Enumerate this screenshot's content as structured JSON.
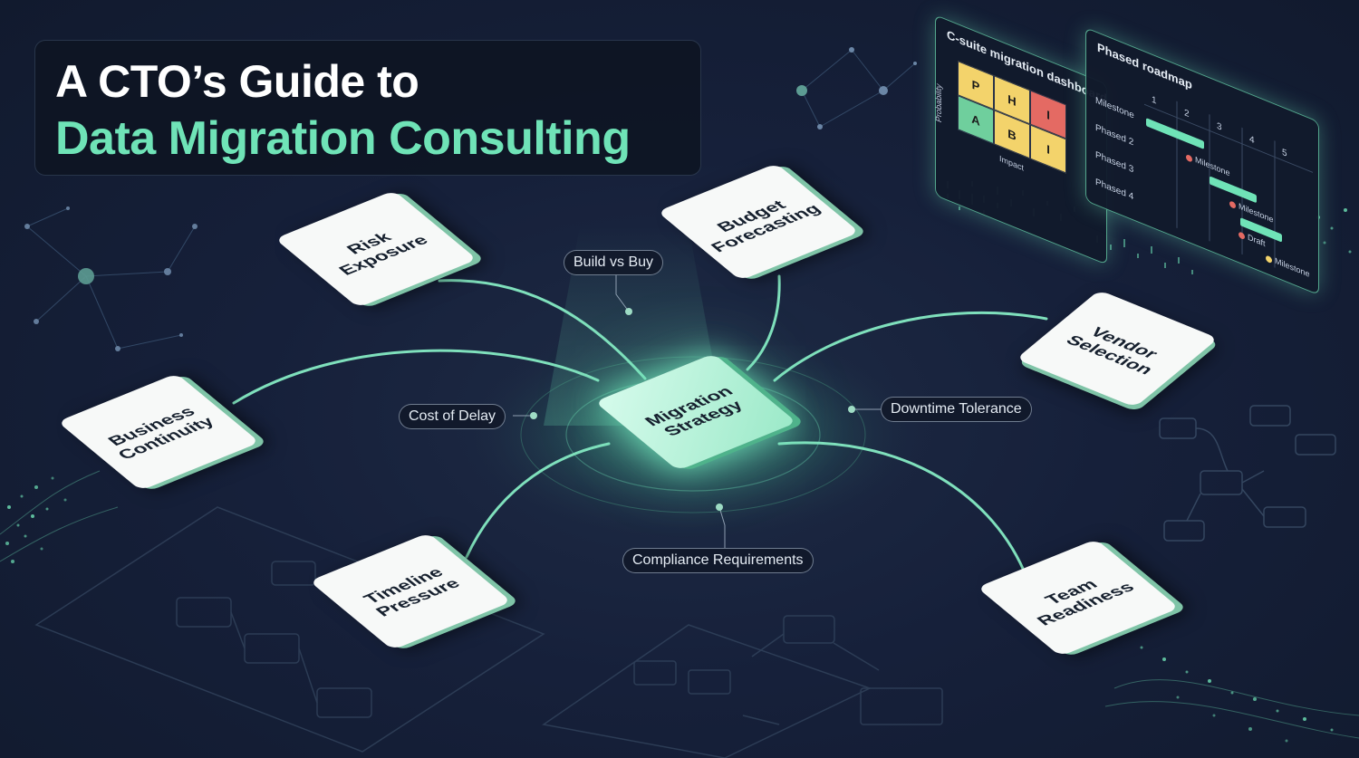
{
  "title": {
    "line1": "A CTO’s Guide to",
    "line2": "Data Migration Consulting"
  },
  "center": {
    "label": "Migration Strategy"
  },
  "tiles": [
    {
      "id": "risk",
      "label": "Risk Exposure"
    },
    {
      "id": "budget",
      "label": "Budget Forecasting"
    },
    {
      "id": "business",
      "label": "Business Continuity"
    },
    {
      "id": "vendor",
      "label": "Vendor Selection"
    },
    {
      "id": "timeline",
      "label": "Timeline Pressure"
    },
    {
      "id": "team",
      "label": "Team Readiness"
    }
  ],
  "pills": [
    {
      "id": "build",
      "label": "Build vs Buy"
    },
    {
      "id": "delay",
      "label": "Cost of Delay"
    },
    {
      "id": "downtime",
      "label": "Downtime Tolerance"
    },
    {
      "id": "compliance",
      "label": "Compliance Requirements"
    }
  ],
  "dashboard": {
    "title": "C-suite migration dashboard",
    "y_axis": "Probability",
    "x_axis": "Impact",
    "cells": [
      "P",
      "H",
      "I",
      "A",
      "B",
      "I"
    ],
    "cell_colors": [
      "#f3d36b",
      "#f3d36b",
      "#e46a63",
      "#6fcf9d",
      "#f3d36b",
      "#f3d36b"
    ]
  },
  "roadmap": {
    "title": "Phased roadmap",
    "phases": [
      "Milestone",
      "Phased 2",
      "Phased 3",
      "Phased 4"
    ],
    "columns": [
      "1",
      "2",
      "3",
      "4",
      "5"
    ],
    "milestones": [
      {
        "label": "Milestone",
        "color": "#e46a63"
      },
      {
        "label": "Milestone",
        "color": "#e46a63"
      },
      {
        "label": "Draft",
        "color": "#e46a63"
      },
      {
        "label": "Milestone",
        "color": "#f3d36b"
      }
    ]
  },
  "colors": {
    "accent": "#6fe3b7",
    "background": "#141d31",
    "tile": "#f7f9f8",
    "connector": "#7fe0bc"
  }
}
